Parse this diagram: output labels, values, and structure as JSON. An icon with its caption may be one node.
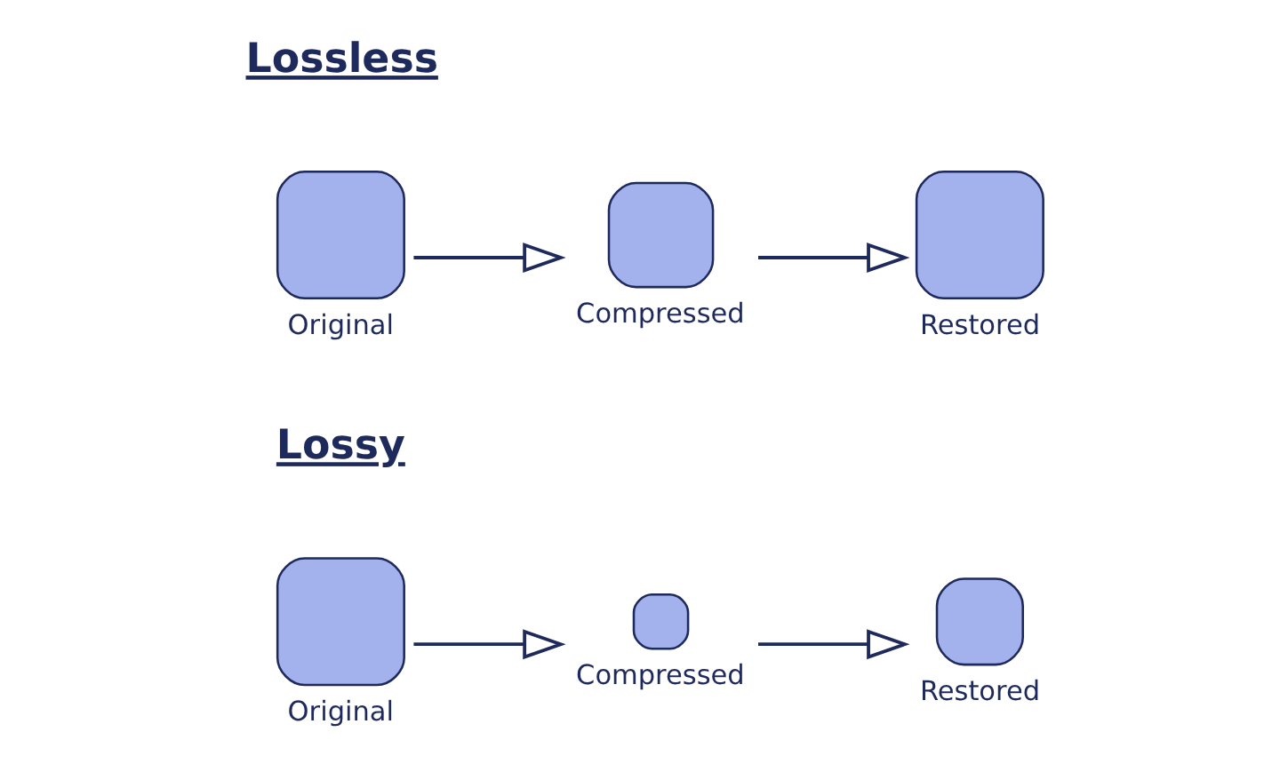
{
  "diagram": {
    "nodes": [
      {
        "text": [],
        "shape": "box",
        "beside": [
          "Original"
        ]
      },
      {
        "text": [],
        "shape": "box",
        "beside": [
          "Compressed"
        ]
      },
      {
        "text": [],
        "shape": "box",
        "beside": [
          "Restored"
        ]
      },
      {
        "text": [],
        "shape": "box",
        "beside": [
          "Original"
        ]
      },
      {
        "text": [],
        "shape": "box",
        "beside": [
          "Compressed"
        ]
      },
      {
        "text": [],
        "shape": "box",
        "beside": [
          "Restored"
        ]
      }
    ],
    "edges": [
      {
        "from": 0,
        "to": 1,
        "arrow": "to"
      },
      {
        "from": 1,
        "to": 2,
        "arrow": "to"
      },
      {
        "from": 3,
        "to": 4,
        "arrow": "to"
      },
      {
        "from": 4,
        "to": 5,
        "arrow": "to"
      }
    ],
    "labels": [
      "Lossless",
      "Lossy"
    ]
  }
}
